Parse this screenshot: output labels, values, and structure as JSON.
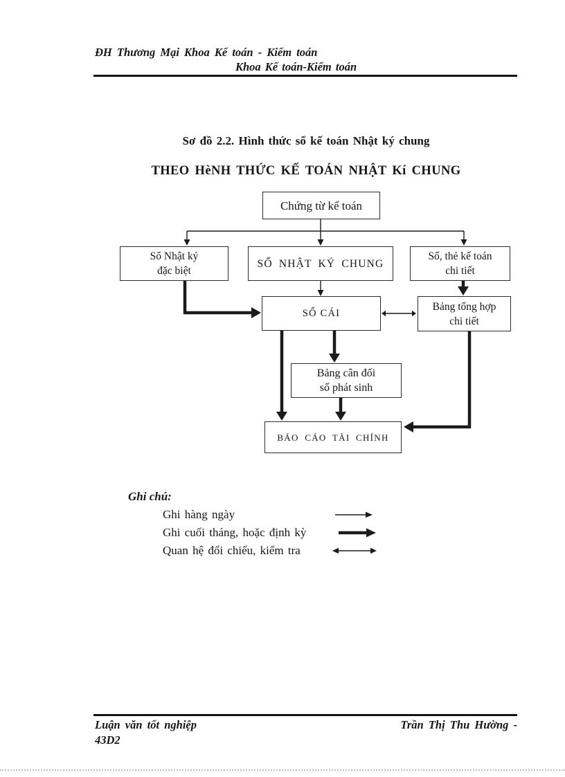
{
  "header": {
    "line1": "ĐH Thương Mại Khoa Kế toán - Kiểm toán",
    "line2": "Khoa Kế toán-Kiểm toán"
  },
  "title": {
    "caption": "Sơ đồ 2.2. Hình thức sổ kế toán Nhật ký chung",
    "heading": "THEO HèNH THỨC KẾ TOÁN NHẬT Kí CHUNG"
  },
  "diagram": {
    "boxes": {
      "chung_tu": {
        "label": "Chứng từ kế toán"
      },
      "nhat_ky_dac_biet": {
        "line1": "Sổ Nhật ký",
        "line2": "đặc biệt"
      },
      "nhat_ky_chung": {
        "label": "SỔ NHẬT KÝ CHUNG"
      },
      "so_the_ke_toan": {
        "line1": "Sổ, thẻ kế toán",
        "line2": "chi tiết"
      },
      "so_cai": {
        "label": "SỔ CÁI"
      },
      "bang_tong_hop": {
        "line1": "Bảng tổng hợp",
        "line2": "chi tiết"
      },
      "bang_can_doi": {
        "line1": "Bảng cân đối",
        "line2": "số phát sinh"
      },
      "bao_cao": {
        "label": "BÁO CÁO TÀI CHÍNH"
      }
    }
  },
  "legend": {
    "title": "Ghi chú:",
    "items": [
      {
        "label": "Ghi hàng ngày",
        "arrow": "thin-arrow"
      },
      {
        "label": "Ghi cuối tháng, hoặc định kỳ",
        "arrow": "thick-arrow"
      },
      {
        "label": "Quan hệ đối chiếu, kiểm tra",
        "arrow": "double-arrow"
      }
    ]
  },
  "footer": {
    "left": "Luận văn tốt nghiệp",
    "right": "Trần Thị Thu Hường -",
    "left_line2": "43D2"
  }
}
